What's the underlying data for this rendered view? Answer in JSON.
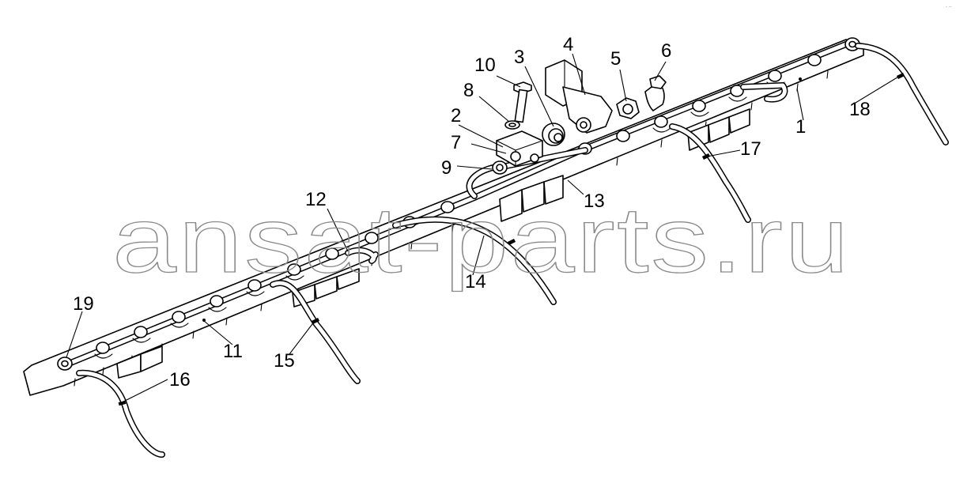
{
  "watermark": "ansat-parts.ru",
  "corner_mark": "- --",
  "callouts": [
    {
      "id": "1",
      "label": "1"
    },
    {
      "id": "2",
      "label": "2"
    },
    {
      "id": "3",
      "label": "3"
    },
    {
      "id": "4",
      "label": "4"
    },
    {
      "id": "5",
      "label": "5"
    },
    {
      "id": "6",
      "label": "6"
    },
    {
      "id": "7",
      "label": "7"
    },
    {
      "id": "8",
      "label": "8"
    },
    {
      "id": "9",
      "label": "9"
    },
    {
      "id": "10",
      "label": "10"
    },
    {
      "id": "11",
      "label": "11"
    },
    {
      "id": "12",
      "label": "12"
    },
    {
      "id": "13",
      "label": "13"
    },
    {
      "id": "14",
      "label": "14"
    },
    {
      "id": "15",
      "label": "15"
    },
    {
      "id": "16",
      "label": "16"
    },
    {
      "id": "17",
      "label": "17"
    },
    {
      "id": "18",
      "label": "18"
    },
    {
      "id": "19",
      "label": "19"
    }
  ]
}
